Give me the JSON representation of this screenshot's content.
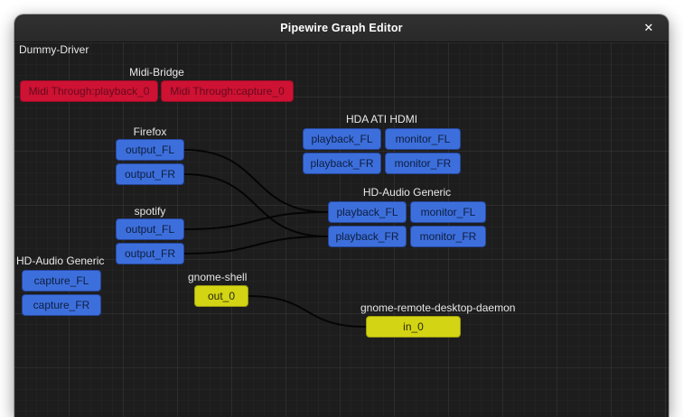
{
  "window": {
    "title": "Pipewire Graph Editor",
    "close_icon": "✕"
  },
  "nodes": [
    {
      "id": "dummy-driver",
      "label": "Dummy-Driver",
      "ports": []
    },
    {
      "id": "midi-bridge",
      "label": "Midi-Bridge",
      "ports": [
        {
          "id": "midi_playback_0",
          "label": "Midi Through:playback_0",
          "color": "red"
        },
        {
          "id": "midi_capture_0",
          "label": "Midi Through:capture_0",
          "color": "red"
        }
      ]
    },
    {
      "id": "firefox",
      "label": "Firefox",
      "ports": [
        {
          "id": "ff_output_fl",
          "label": "output_FL",
          "color": "blue"
        },
        {
          "id": "ff_output_fr",
          "label": "output_FR",
          "color": "blue"
        }
      ]
    },
    {
      "id": "hda-ati-hdmi",
      "label": "HDA ATI HDMI",
      "ports": [
        {
          "id": "hda_playback_fl",
          "label": "playback_FL",
          "color": "blue"
        },
        {
          "id": "hda_monitor_fl",
          "label": "monitor_FL",
          "color": "blue"
        },
        {
          "id": "hda_playback_fr",
          "label": "playback_FR",
          "color": "blue"
        },
        {
          "id": "hda_monitor_fr",
          "label": "monitor_FR",
          "color": "blue"
        }
      ]
    },
    {
      "id": "hd-audio-generic-out",
      "label": "HD-Audio Generic",
      "ports": [
        {
          "id": "hdagr_playback_fl",
          "label": "playback_FL",
          "color": "blue"
        },
        {
          "id": "hdagr_monitor_fl",
          "label": "monitor_FL",
          "color": "blue"
        },
        {
          "id": "hdagr_playback_fr",
          "label": "playback_FR",
          "color": "blue"
        },
        {
          "id": "hdagr_monitor_fr",
          "label": "monitor_FR",
          "color": "blue"
        }
      ]
    },
    {
      "id": "spotify",
      "label": "spotify",
      "ports": [
        {
          "id": "sp_output_fl",
          "label": "output_FL",
          "color": "blue"
        },
        {
          "id": "sp_output_fr",
          "label": "output_FR",
          "color": "blue"
        }
      ]
    },
    {
      "id": "hd-audio-generic-in",
      "label": "HD-Audio Generic",
      "ports": [
        {
          "id": "hdagl_capture_fl",
          "label": "capture_FL",
          "color": "blue"
        },
        {
          "id": "hdagl_capture_fr",
          "label": "capture_FR",
          "color": "blue"
        }
      ]
    },
    {
      "id": "gnome-shell",
      "label": "gnome-shell",
      "ports": [
        {
          "id": "gs_out_0",
          "label": "out_0",
          "color": "yellow"
        }
      ]
    },
    {
      "id": "gnome-remote-desktop-daemon",
      "label": "gnome-remote-desktop-daemon",
      "ports": [
        {
          "id": "grd_in_0",
          "label": "in_0",
          "color": "yellow"
        }
      ]
    }
  ],
  "edges": [
    {
      "from": "ff_output_fl",
      "to": "hdagr_playback_fl"
    },
    {
      "from": "ff_output_fr",
      "to": "hdagr_playback_fr"
    },
    {
      "from": "sp_output_fl",
      "to": "hdagr_playback_fl"
    },
    {
      "from": "sp_output_fr",
      "to": "hdagr_playback_fr"
    },
    {
      "from": "gs_out_0",
      "to": "grd_in_0"
    }
  ],
  "colors": {
    "titlebar_top": "#313131",
    "titlebar_bottom": "#292929",
    "title_text": "#ffffff",
    "canvas_bg": "#1d1d1e",
    "node_label_text": "#e8e8e8",
    "port_blue": "#3d6fdc",
    "port_blue_border": "#26479c",
    "port_blue_text": "#0e1e3e",
    "port_red": "#ce1233",
    "port_red_border": "#990d26",
    "port_red_text": "#650a1d",
    "port_yellow": "#d3d414",
    "port_yellow_border": "#9b9c0c",
    "port_yellow_text": "#28280a",
    "wire": "#050505"
  }
}
